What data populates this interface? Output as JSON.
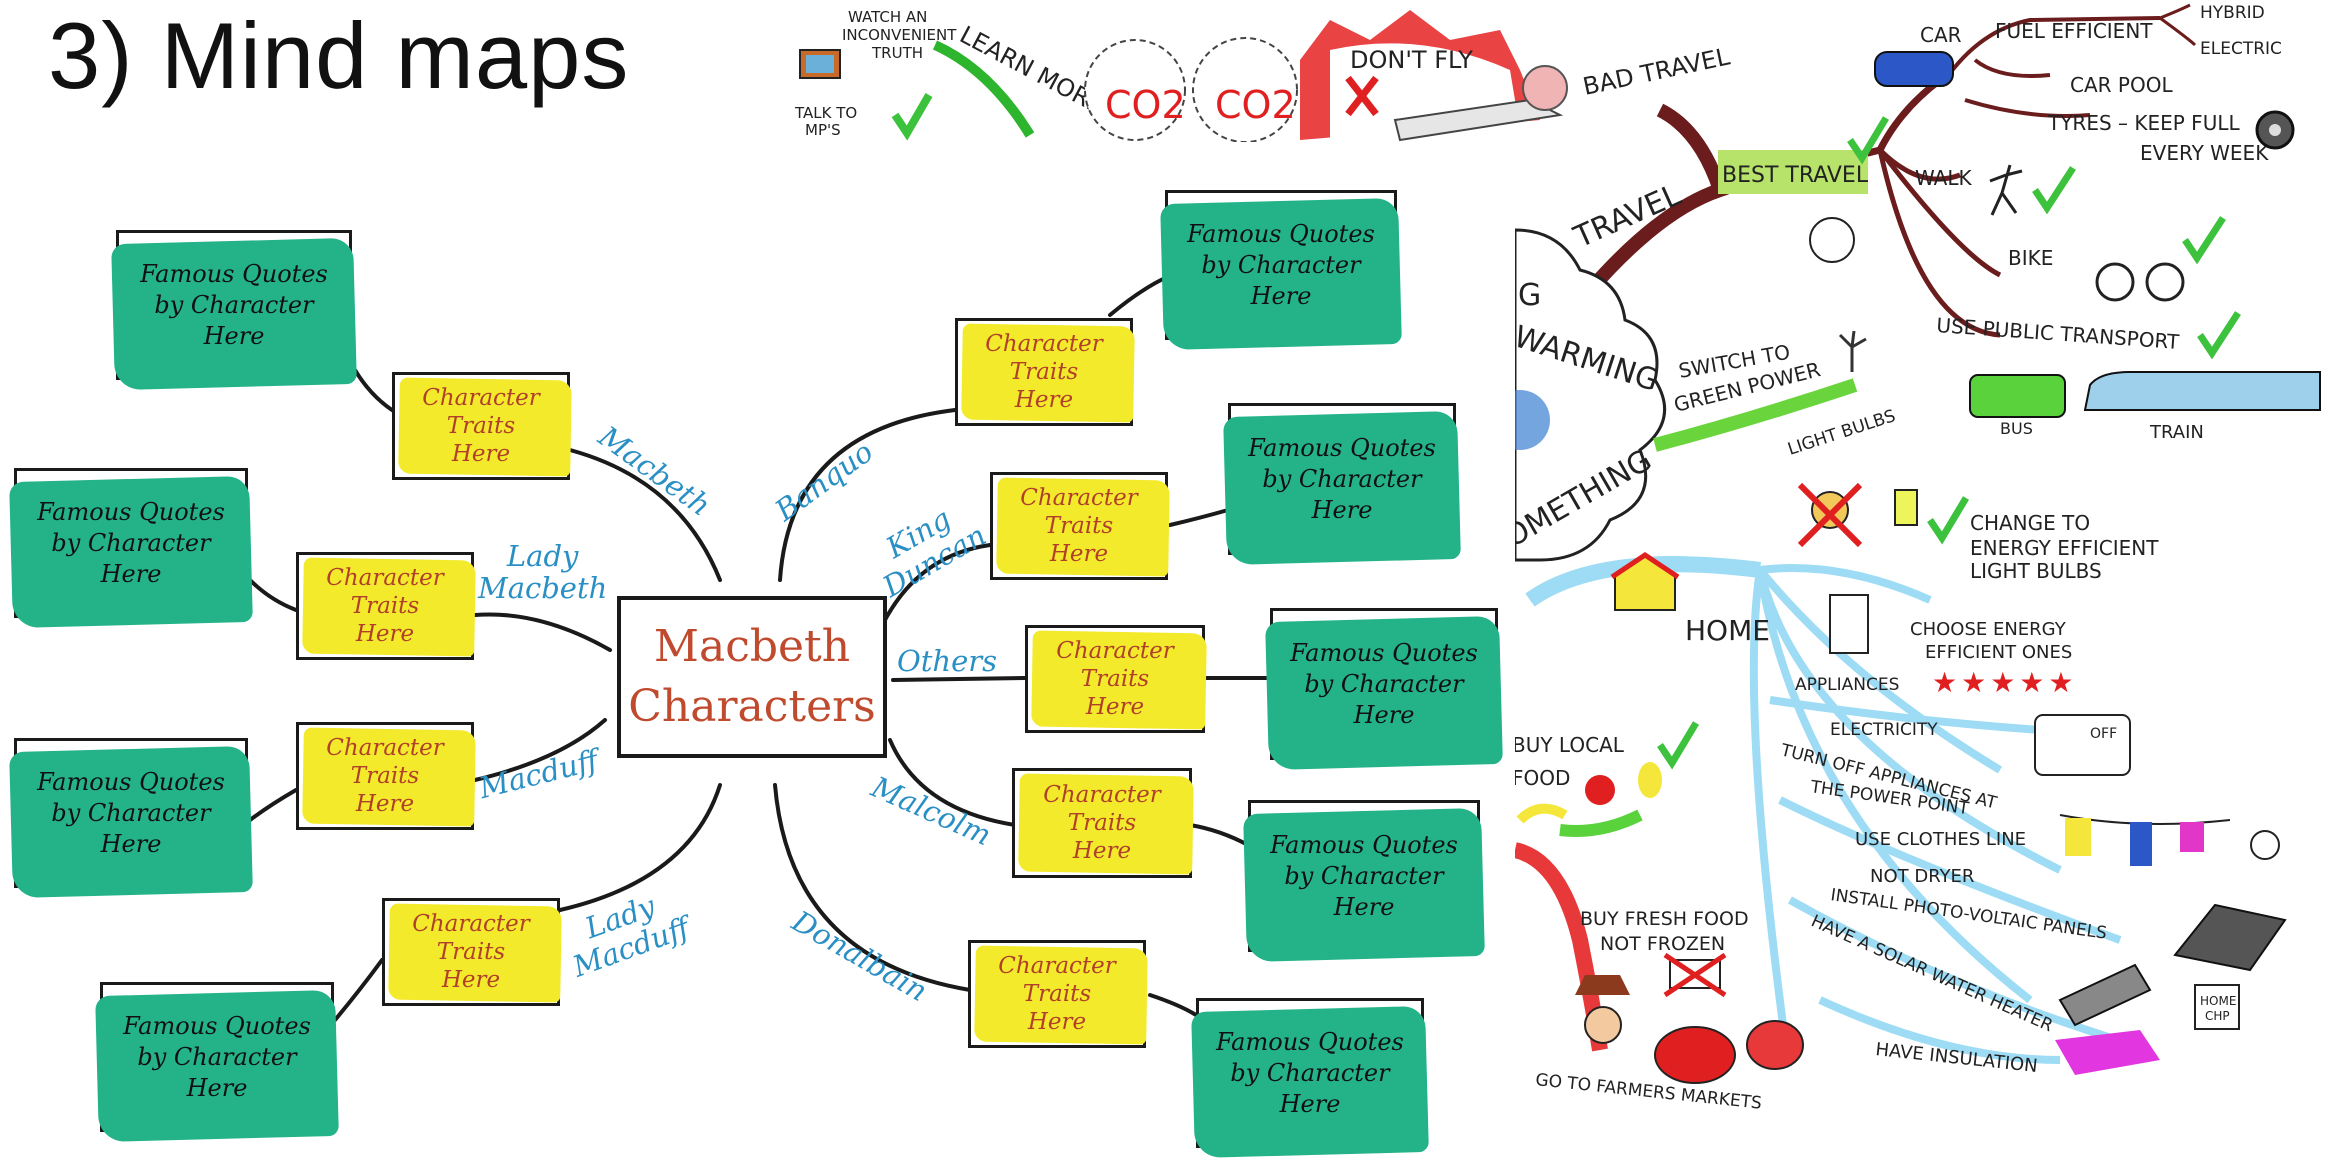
{
  "slide": {
    "title": "3) Mind maps"
  },
  "macbeth_map": {
    "center": {
      "line1": "Macbeth",
      "line2": "Characters"
    },
    "quote_text": {
      "line1": "Famous Quotes",
      "line2": "by Character",
      "line3": "Here"
    },
    "trait_text": {
      "line1": "Character",
      "line2": "Traits",
      "line3": "Here"
    },
    "labels": {
      "macbeth": "Macbeth",
      "lady_macbeth_1": "Lady",
      "lady_macbeth_2": "Macbeth",
      "macduff": "Macduff",
      "lady_macduff_1": "Lady",
      "lady_macduff_2": "Macduff",
      "banquo": "Banquo",
      "king_duncan_1": "King",
      "king_duncan_2": "Duncan",
      "others": "Others",
      "malcolm": "Malcolm",
      "donalbain": "Donalbain"
    }
  },
  "illustration": {
    "top": {
      "watch": "WATCH AN",
      "inconvenient": "INCONVENIENT",
      "truth": "TRUTH",
      "learn_more": "LEARN MORE",
      "talk_to": "TALK TO",
      "mps": "MP'S",
      "co2_a": "CO2",
      "co2_b": "CO2",
      "dont_fly": "DON'T FLY",
      "bad_travel": "BAD TRAVEL"
    },
    "travel": {
      "travel": "TRAVEL",
      "best_travel": "BEST TRAVEL",
      "car": "CAR",
      "fuel_efficient": "FUEL EFFICIENT",
      "hybrid": "HYBRID",
      "electric": "ELECTRIC",
      "car_pool": "CAR POOL",
      "tyres_1": "TYRES – KEEP FULL",
      "tyres_2": "EVERY WEEK",
      "walk": "WALK",
      "bike": "BIKE",
      "public_transport": "USE PUBLIC TRANSPORT",
      "bus": "BUS",
      "train": "TRAIN"
    },
    "cloud": {
      "g": "G",
      "warming": "WARMING",
      "omething": "OMETHING",
      "switch_1": "SWITCH TO",
      "switch_2": "GREEN POWER"
    },
    "home": {
      "light_bulbs": "LIGHT BULBS",
      "change_1": "CHANGE TO",
      "change_2": "ENERGY EFFICIENT",
      "change_3": "LIGHT BULBS",
      "home": "HOME",
      "choose_1": "CHOOSE ENERGY",
      "choose_2": "EFFICIENT ONES",
      "appliances": "APPLIANCES",
      "electricity": "ELECTRICITY",
      "turn_off_1": "TURN OFF APPLIANCES AT",
      "turn_off_2": "THE POWER POINT",
      "off": "OFF",
      "clothes_1": "USE CLOTHES LINE",
      "clothes_2": "NOT DRYER",
      "photo": "INSTALL PHOTO-VOLTAIC PANELS",
      "solar": "HAVE A SOLAR WATER HEATER",
      "insulation": "HAVE INSULATION",
      "home_chp_1": "HOME",
      "home_chp_2": "CHP"
    },
    "food": {
      "buy_local_1": "BUY LOCAL",
      "buy_local_2": "FOOD",
      "fresh_1": "BUY FRESH FOOD",
      "fresh_2": "NOT FROZEN",
      "farmers": "GO TO FARMERS MARKETS"
    }
  }
}
